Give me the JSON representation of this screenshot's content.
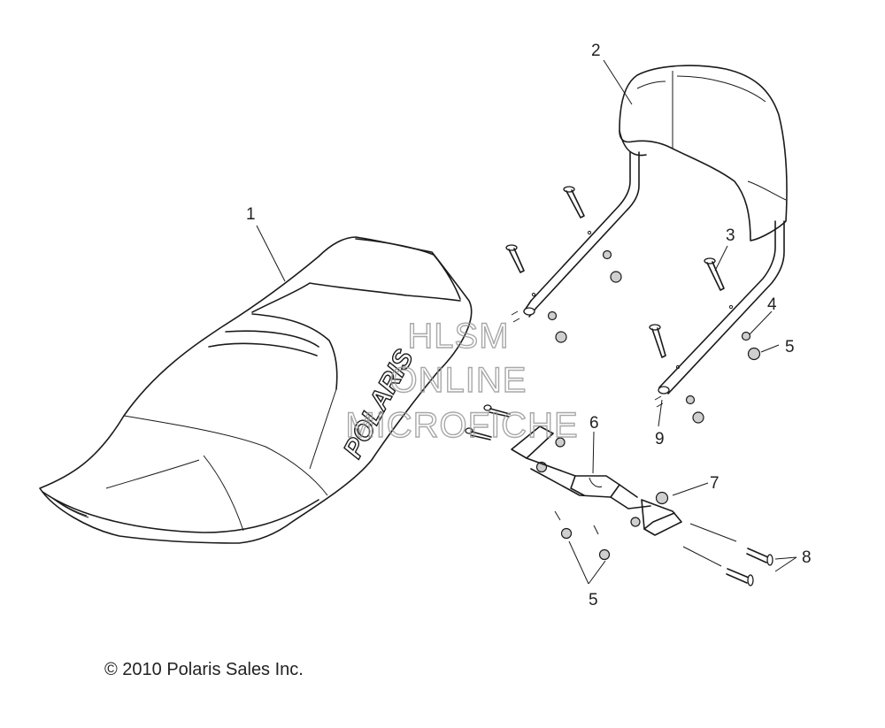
{
  "parts": {
    "seat": {
      "number": "1"
    },
    "backrest": {
      "number": "2"
    },
    "screw_3": {
      "number": "3"
    },
    "washer_4": {
      "number": "4"
    },
    "nut_5_top": {
      "number": "5"
    },
    "bracket_6": {
      "number": "6"
    },
    "nut_7": {
      "number": "7"
    },
    "bolt_8": {
      "number": "8"
    },
    "spacer_9": {
      "number": "9"
    },
    "nut_5_bottom": {
      "number": "5"
    }
  },
  "seat_brand": "POLARIS",
  "watermark": {
    "line1": "HLSM",
    "line2": "ONLINE",
    "line3": "MICROFICHE"
  },
  "copyright": "© 2010 Polaris Sales Inc."
}
